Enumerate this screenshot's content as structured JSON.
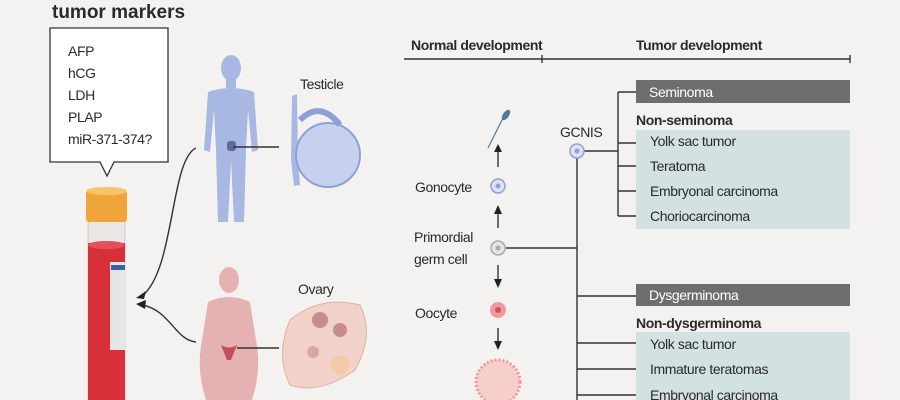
{
  "title": "tumor markers",
  "markers": [
    "AFP",
    "hCG",
    "LDH",
    "PLAP",
    "miR-371-374?"
  ],
  "organs": {
    "male": "Testicle",
    "female": "Ovary"
  },
  "headers": {
    "normal": "Normal development",
    "tumor": "Tumor development"
  },
  "normal_stages": {
    "gonocyte": "Gonocyte",
    "pgc_line1": "Primordial",
    "pgc_line2": "germ cell",
    "oocyte": "Oocyte"
  },
  "gcnis": "GCNIS",
  "male_tumors": {
    "main": "Seminoma",
    "group": "Non-seminoma",
    "items": [
      "Yolk sac tumor",
      "Teratoma",
      "Embryonal carcinoma",
      "Choriocarcinoma"
    ]
  },
  "female_tumors": {
    "main": "Dysgerminoma",
    "group": "Non-dysgerminoma",
    "items": [
      "Yolk sac tumor",
      "Immature teratomas",
      "Embryonal carcinoma"
    ]
  },
  "colors": {
    "male": "#a9b8e2",
    "female": "#e6b1b1",
    "bar": "#6e6e6e",
    "box": "#d3e1e1",
    "blood": "#d8303a",
    "cap": "#f0a53a"
  }
}
